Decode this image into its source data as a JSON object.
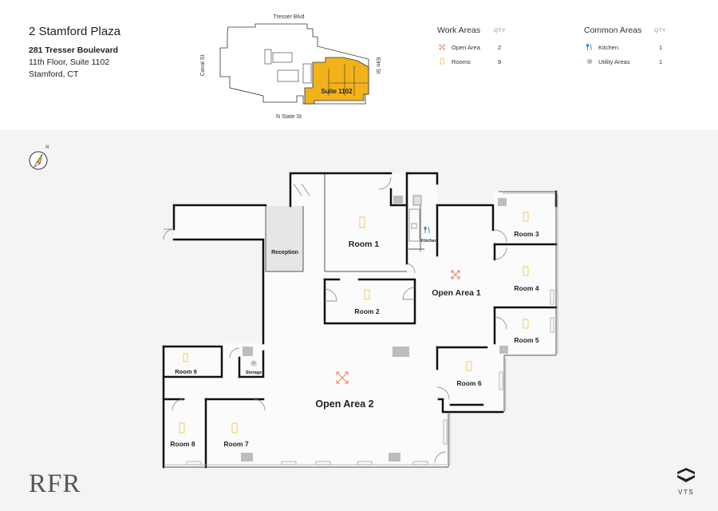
{
  "building": {
    "name": "2 Stamford Plaza",
    "address_line1": "281 Tresser Boulevard",
    "address_line2": "11th Floor, Suite 1102",
    "address_line3": "Stamford, CT"
  },
  "keymap": {
    "streets": {
      "north": "Tresser Blvd",
      "south": "N State St",
      "west": "Canal St",
      "east": "Elm St"
    },
    "suite_label": "Suite 1102",
    "highlight_color": "#f2b21a"
  },
  "legend": {
    "qty_label": "QTY",
    "work_areas": {
      "title": "Work Areas",
      "items": [
        {
          "label": "Open Area",
          "qty": "2",
          "icon": "open-area-icon"
        },
        {
          "label": "Rooms",
          "qty": "9",
          "icon": "room-icon"
        }
      ]
    },
    "common_areas": {
      "title": "Common Areas",
      "items": [
        {
          "label": "Kitchen",
          "qty": "1",
          "icon": "fork-knife-icon"
        },
        {
          "label": "Utility Areas",
          "qty": "1",
          "icon": "gear-icon"
        }
      ]
    }
  },
  "compass": {
    "label": "N"
  },
  "rooms": {
    "room1": "Room 1",
    "room2": "Room 2",
    "room3": "Room 3",
    "room4": "Room 4",
    "room5": "Room 5",
    "room6": "Room 6",
    "room7": "Room 7",
    "room8": "Room 8",
    "room9": "Room 9",
    "open1": "Open Area 1",
    "open2": "Open Area 2",
    "reception": "Reception",
    "kitchen": "Kitchen",
    "storage": "Storage"
  },
  "logos": {
    "left": "RFR",
    "right": "VTS"
  },
  "colors": {
    "wall": "#111111",
    "room_icon": "#f2c94c",
    "open_area_icon": "#ef7d5b",
    "background": "#f4f4f4"
  }
}
